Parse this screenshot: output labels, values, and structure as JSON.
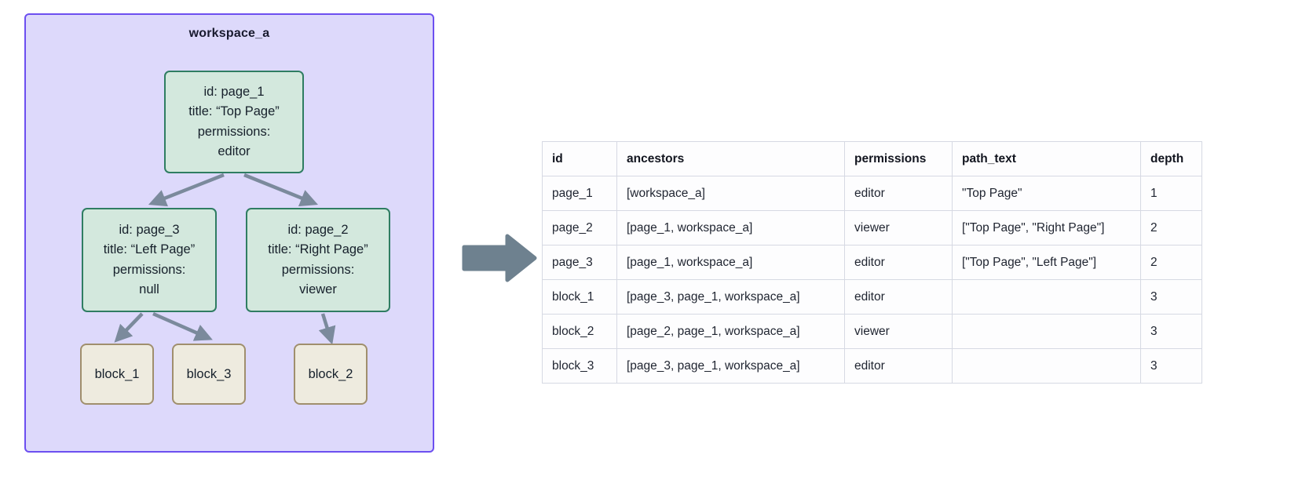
{
  "workspace": {
    "title": "workspace_a",
    "border_color": "#6c4ff0",
    "fill_color": "#ddd9fb",
    "page_node_fill": "#d3e8dd",
    "page_node_border": "#2f7d62",
    "block_node_fill": "#eeebdf",
    "block_node_border": "#a08f6d",
    "edge_color": "#7b8a9c",
    "nodes": [
      {
        "name": "page_1",
        "lines": [
          "id: page_1",
          "title: “Top Page”",
          "permissions:",
          "editor"
        ]
      },
      {
        "name": "page_3",
        "lines": [
          "id: page_3",
          "title: “Left Page”",
          "permissions:",
          "null"
        ]
      },
      {
        "name": "page_2",
        "lines": [
          "id: page_2",
          "title: “Right Page”",
          "permissions:",
          "viewer"
        ]
      }
    ],
    "blocks": [
      {
        "label": "block_1"
      },
      {
        "label": "block_3"
      },
      {
        "label": "block_2"
      }
    ]
  },
  "transform_arrow": {
    "label": "transforms-to-arrow",
    "color": "#6e818f"
  },
  "table": {
    "columns": [
      "id",
      "ancestors",
      "permissions",
      "path_text",
      "depth"
    ],
    "rows": [
      {
        "id": "page_1",
        "ancestors": "[workspace_a]",
        "permissions": "editor",
        "path_text": "\"Top Page\"",
        "depth": "1"
      },
      {
        "id": "page_2",
        "ancestors": "[page_1, workspace_a]",
        "permissions": "viewer",
        "path_text": "[\"Top Page\", \"Right Page\"]",
        "depth": "2"
      },
      {
        "id": "page_3",
        "ancestors": "[page_1, workspace_a]",
        "permissions": "editor",
        "path_text": "[\"Top Page\", \"Left Page\"]",
        "depth": "2"
      },
      {
        "id": "block_1",
        "ancestors": "[page_3, page_1, workspace_a]",
        "permissions": "editor",
        "path_text": "",
        "depth": "3"
      },
      {
        "id": "block_2",
        "ancestors": "[page_2, page_1, workspace_a]",
        "permissions": "viewer",
        "path_text": "",
        "depth": "3"
      },
      {
        "id": "block_3",
        "ancestors": "[page_3, page_1, workspace_a]",
        "permissions": "editor",
        "path_text": "",
        "depth": "3"
      }
    ]
  }
}
